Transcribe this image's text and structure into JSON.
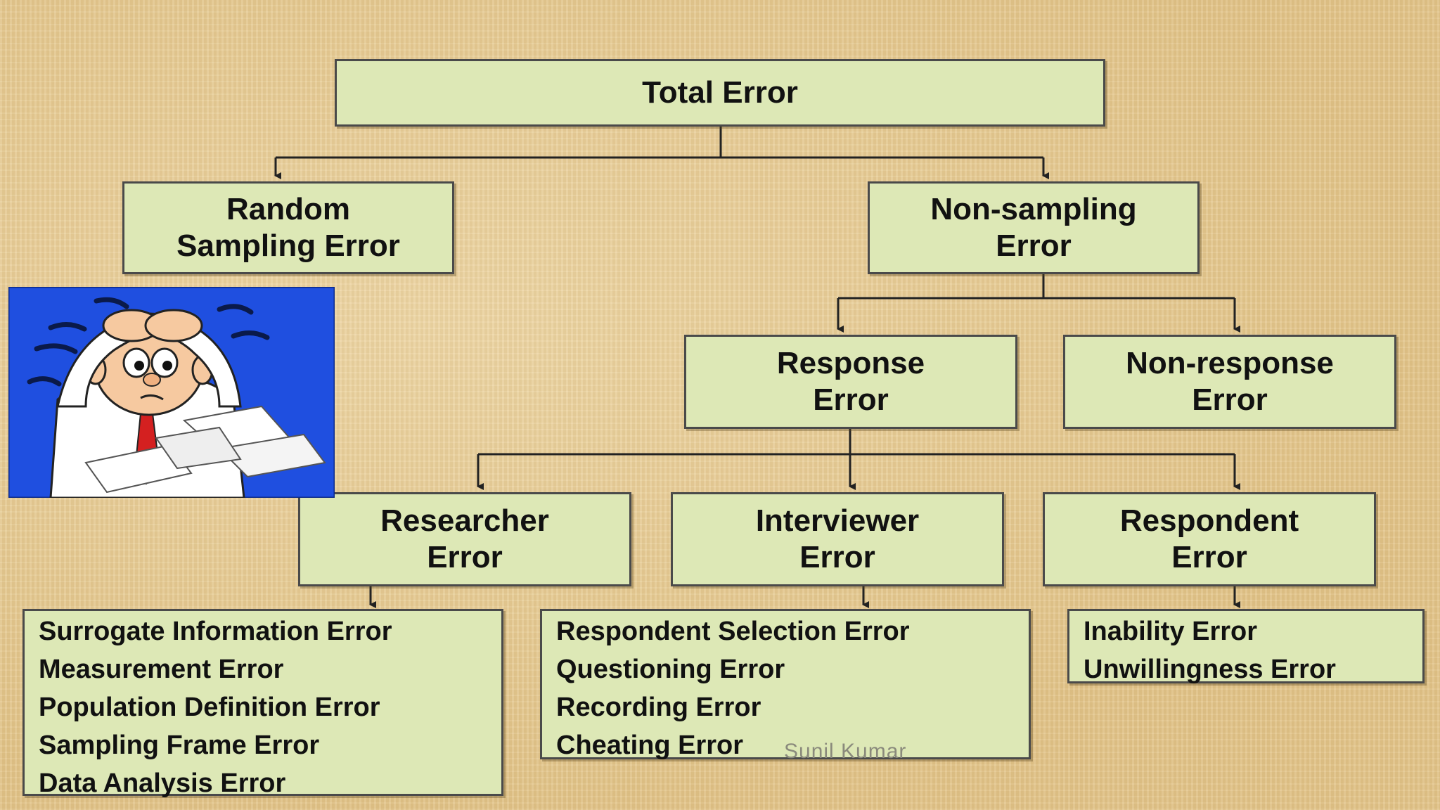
{
  "nodes": {
    "total": "Total Error",
    "random_sampling": "Random\nSampling Error",
    "non_sampling": "Non-sampling\nError",
    "response": "Response\nError",
    "non_response": "Non-response\nError",
    "researcher": "Researcher\nError",
    "interviewer": "Interviewer\nError",
    "respondent": "Respondent\nError"
  },
  "lists": {
    "researcher_errors": [
      "Surrogate Information Error",
      "Measurement Error",
      "Population Definition Error",
      "Sampling Frame Error",
      "Data Analysis Error"
    ],
    "interviewer_errors": [
      "Respondent Selection Error",
      "Questioning Error",
      "Recording Error",
      "Cheating Error"
    ],
    "respondent_errors": [
      "Inability Error",
      "Unwillingness Error"
    ]
  },
  "watermark": "Sunil Kumar",
  "colors": {
    "box_fill": "#dde8b6",
    "box_border": "#4a4a4a",
    "cartoon_background": "#1f4fe0"
  }
}
